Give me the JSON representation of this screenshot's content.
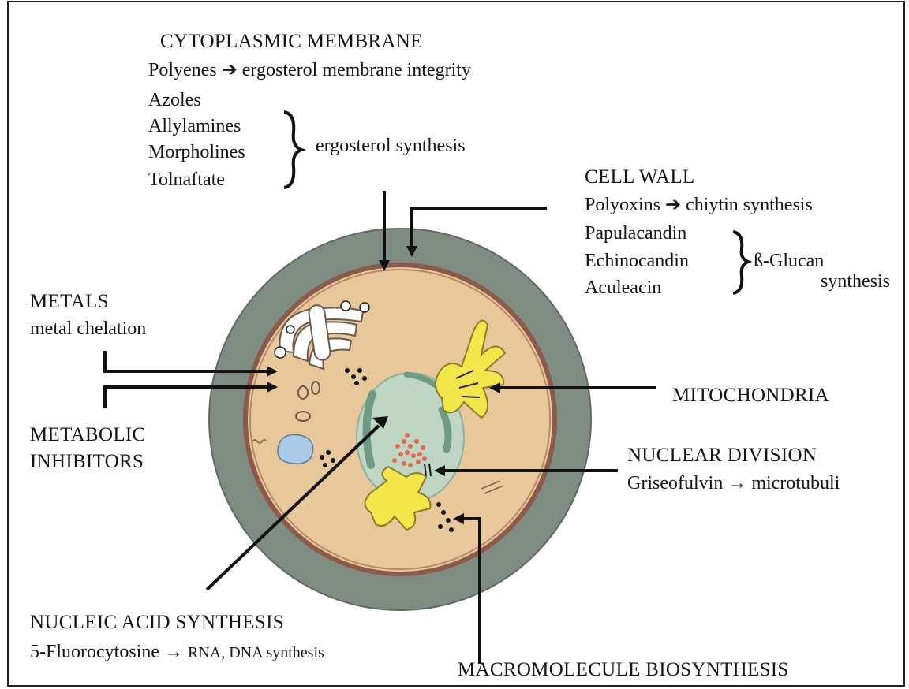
{
  "cytoplasmic_membrane": {
    "heading": "CYTOPLASMIC MEMBRANE",
    "polyenes_line": {
      "drug": "Polyenes",
      "arrow": "➔",
      "target": "ergosterol membrane integrity"
    },
    "group_drugs": [
      "Azoles",
      "Allylamines",
      "Morpholines",
      "Tolnaftate"
    ],
    "group_target": "ergosterol synthesis"
  },
  "cell_wall": {
    "heading": "CELL WALL",
    "polyoxins_line": {
      "drug": "Polyoxins",
      "arrow": "➔",
      "target": "chiytin synthesis"
    },
    "group_drugs": [
      "Papulacandin",
      "Echinocandin",
      "Aculeacin"
    ],
    "group_target_line1": "ß-Glucan",
    "group_target_line2": "synthesis"
  },
  "metals": {
    "heading": "METALS",
    "sub": "metal chelation"
  },
  "metabolic_inhibitors": {
    "line1": "METABOLIC",
    "line2": "INHIBITORS"
  },
  "mitochondria": {
    "heading": "MITOCHONDRIA"
  },
  "nuclear_division": {
    "heading": "NUCLEAR DIVISION",
    "line": {
      "drug": "Griseofulvin",
      "arrow": "→",
      "target": "microtubuli"
    }
  },
  "nucleic_acid": {
    "heading": "NUCLEIC ACID SYNTHESIS",
    "line": {
      "drug": "5-Fluorocytosine",
      "arrow": "→",
      "target": "RNA, DNA synthesis"
    }
  },
  "macromolecule": {
    "heading": "MACROMOLECULE BIOSYNTHESIS"
  },
  "colors": {
    "cell_wall": "#7f8c82",
    "cell_wall_edge": "#5f6b62",
    "membrane": "#8b5a4a",
    "cytoplasm": "#e8c79a",
    "nucleus": "#bfd6c4",
    "mitochondria": "#f2e64a",
    "vacuole": "#a9c9e6",
    "ribosomes": "#e46a4b"
  }
}
